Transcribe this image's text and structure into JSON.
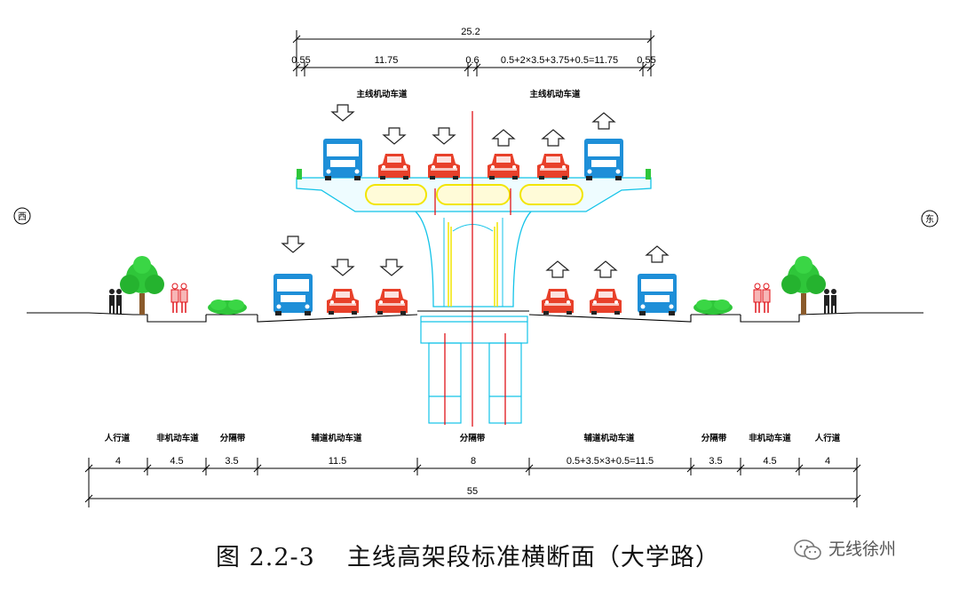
{
  "top_dims": {
    "total": "25.2",
    "left_edge": "0.55",
    "left_lanes": "11.75",
    "median": "0.6",
    "right_lanes": "0.5+2×3.5+3.75+0.5=11.75",
    "right_edge": "0.55"
  },
  "deck_labels": {
    "left": "主线机动车道",
    "right": "主线机动车道"
  },
  "direction_markers": {
    "west": "西",
    "east": "东"
  },
  "ground_labels": [
    "人行道",
    "非机动车道",
    "分隔带",
    "辅道机动车道",
    "分隔带",
    "辅道机动车道",
    "分隔带",
    "非机动车道",
    "人行道"
  ],
  "bottom_dims": {
    "segments": [
      "4",
      "4.5",
      "3.5",
      "11.5",
      "8",
      "0.5+3.5×3+0.5=11.5",
      "3.5",
      "4.5",
      "4"
    ],
    "total": "55"
  },
  "caption": {
    "number": "图 2.2-3",
    "title": "主线高架段标准横断面（大学路）"
  },
  "watermark": {
    "text": "无线徐州"
  },
  "colors": {
    "vehicle_car": "#e8402a",
    "vehicle_bus": "#1e8fd8",
    "structure": "#13c3e8",
    "centerline": "#e0141a",
    "tree": "#2fc63a",
    "box_girder": "#f2e500"
  }
}
